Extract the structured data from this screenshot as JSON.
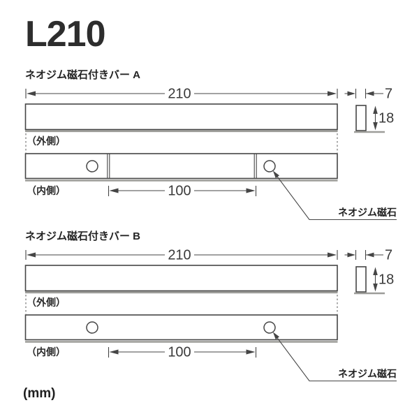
{
  "title": "L210",
  "unit_label": "(mm)",
  "colors": {
    "line": "#454545",
    "gray_edge": "#9d9d99",
    "text": "#2d2d2d",
    "background": "#ffffff"
  },
  "bars": [
    {
      "id": "A",
      "label": "ネオジム磁石付きバー A",
      "length_mm": "210",
      "width_mm": "7",
      "height_mm": "18",
      "magnet_pitch_mm": "100",
      "outer_side_label": "（外側）",
      "inner_side_label": "（内側）",
      "magnet_callout": "ネオジム磁石"
    },
    {
      "id": "B",
      "label": "ネオジム磁石付きバー B",
      "length_mm": "210",
      "width_mm": "7",
      "height_mm": "18",
      "magnet_pitch_mm": "100",
      "outer_side_label": "（外側）",
      "inner_side_label": "（内側）",
      "magnet_callout": "ネオジム磁石"
    }
  ]
}
